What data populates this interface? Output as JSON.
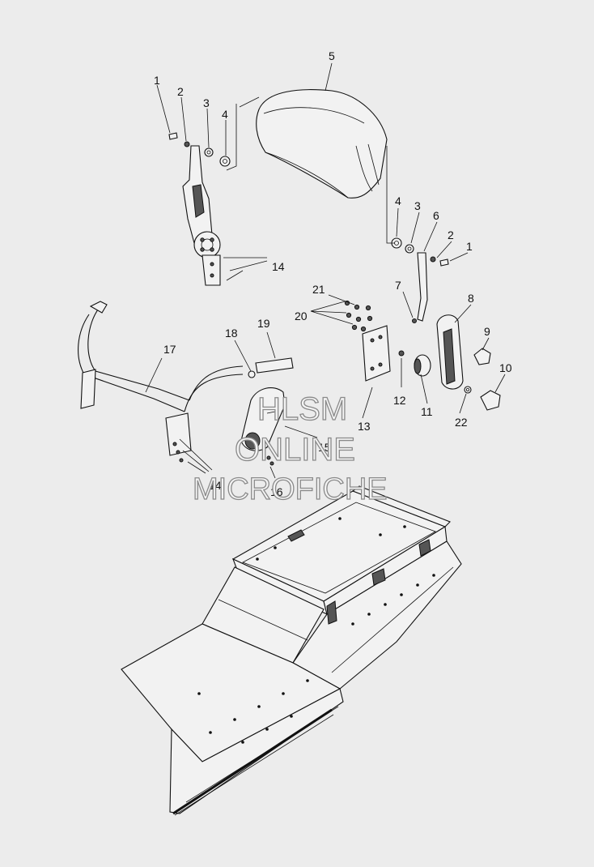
{
  "callouts": {
    "c1a": "1",
    "c2a": "2",
    "c3a": "3",
    "c4a": "4",
    "c5": "5",
    "c4b": "4",
    "c3b": "3",
    "c6": "6",
    "c2b": "2",
    "c1b": "1",
    "c7": "7",
    "c8": "8",
    "c9": "9",
    "c10": "10",
    "c11": "11",
    "c12": "12",
    "c13": "13",
    "c14a": "14",
    "c14b": "14",
    "c15": "15",
    "c16": "16",
    "c17": "17",
    "c18": "18",
    "c19": "19",
    "c20": "20",
    "c21": "21",
    "c22": "22"
  },
  "watermark": {
    "line1": "HLSM",
    "line2": "ONLINE",
    "line3": "MICROFICHE"
  },
  "colors": {
    "background": "#ececec",
    "linework": "#111111",
    "watermark_outline": "#8a8a8a"
  }
}
